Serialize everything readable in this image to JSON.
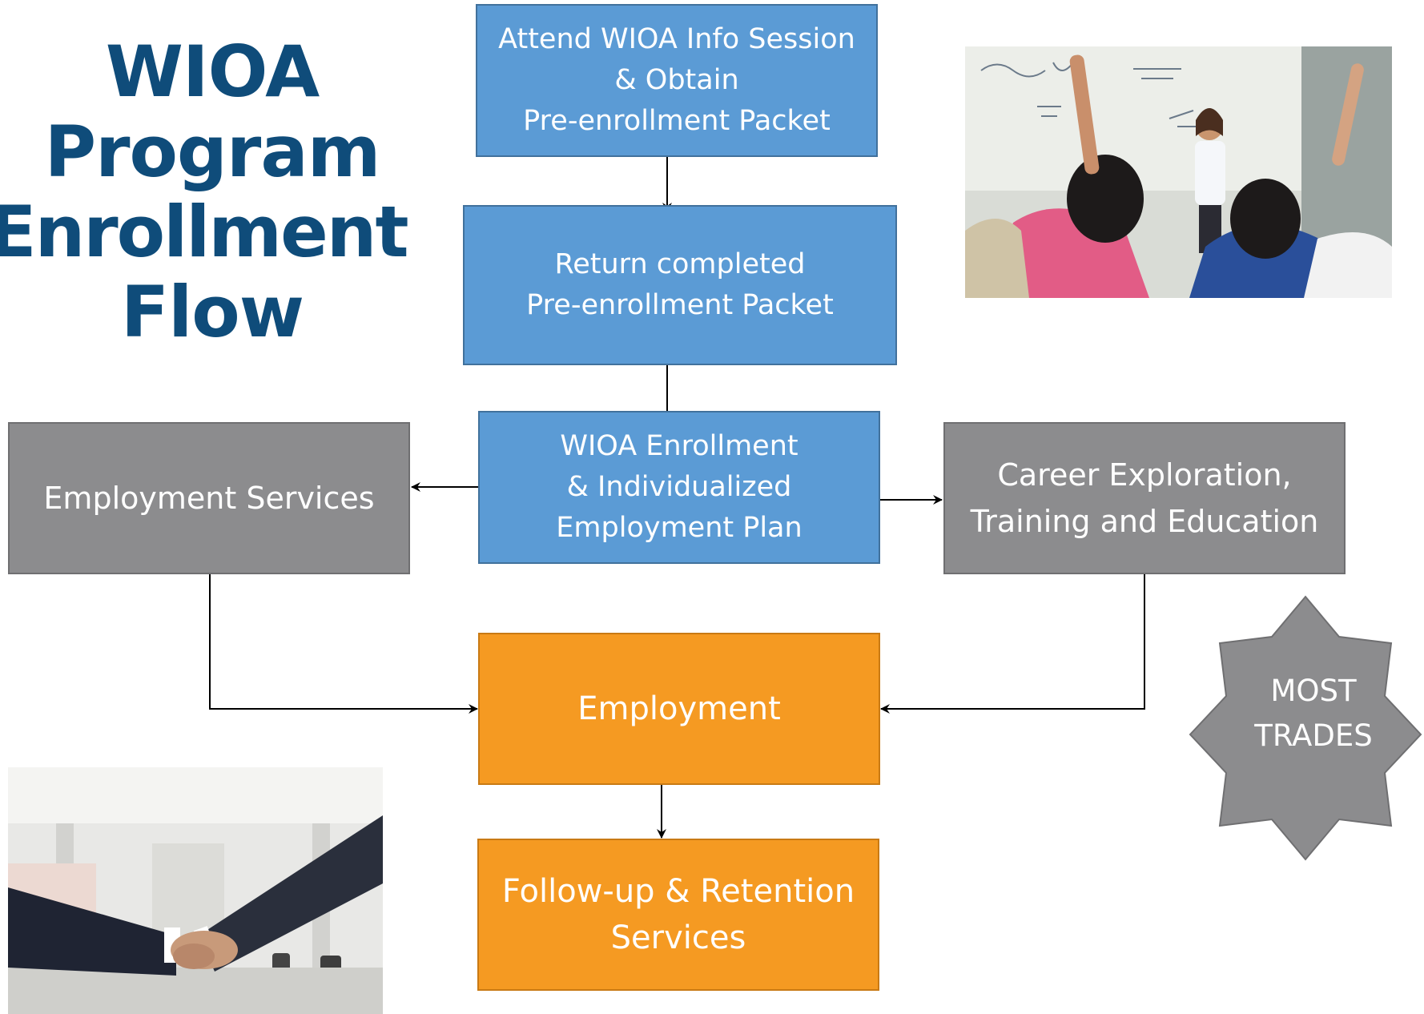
{
  "title": [
    "WIOA",
    "Program",
    "Enrollment",
    "Flow"
  ],
  "colors": {
    "title": "#0f4c7a",
    "process_box": "#5b9bd5",
    "path_box": "#8c8c8e",
    "outcome_box": "#f59a22",
    "star": "#8c8c8e"
  },
  "nodes": {
    "info_session": [
      "Attend WIOA Info Session",
      "& Obtain",
      "Pre-enrollment Packet"
    ],
    "return_packet": [
      "Return completed",
      "Pre-enrollment Packet"
    ],
    "enrollment": [
      "WIOA Enrollment",
      "& Individualized",
      "Employment Plan"
    ],
    "employment_services": [
      "Employment Services"
    ],
    "career_exploration": [
      "Career Exploration,",
      "Training and Education"
    ],
    "employment": [
      "Employment"
    ],
    "follow_up": [
      "Follow-up & Retention",
      "Services"
    ]
  },
  "badge": [
    "MOST",
    "TRADES"
  ],
  "images": {
    "classroom": "classroom-photo",
    "handshake": "handshake-photo"
  }
}
